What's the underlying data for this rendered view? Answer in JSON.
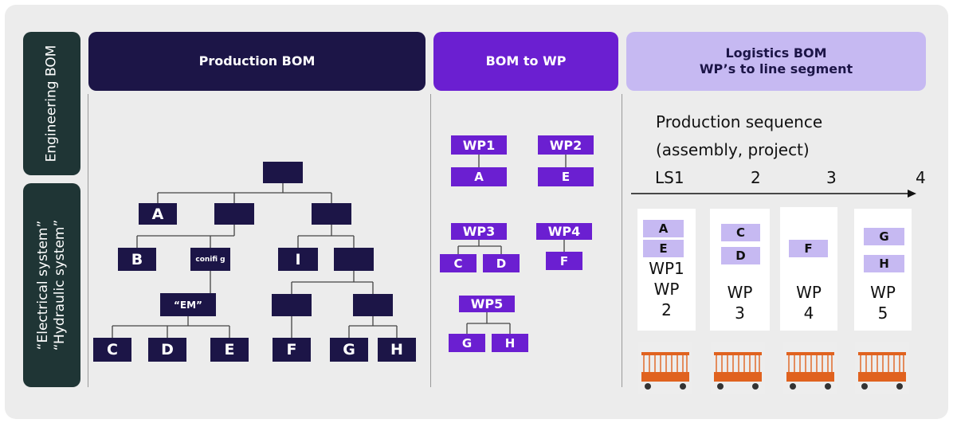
{
  "side": {
    "top": "Engineering BOM",
    "bottom": "“Electrical system” “Hydraulic system”"
  },
  "headers": {
    "production": "Production BOM",
    "bom_to_wp": "BOM to WP",
    "logistics_line1": "Logistics BOM",
    "logistics_line2": "WP’s to line segment"
  },
  "tree": {
    "root": "",
    "a": "A",
    "n2": "",
    "n3": "",
    "b": "B",
    "config": "conifi g",
    "i": "I",
    "n4": "",
    "em": "“EM”",
    "n5": "",
    "n6": "",
    "c": "C",
    "d": "D",
    "e": "E",
    "f": "F",
    "g": "G",
    "h": "H"
  },
  "wp": {
    "wp1": "WP1",
    "wp1_a": "A",
    "wp2": "WP2",
    "wp2_e": "E",
    "wp3": "WP3",
    "wp3_c": "C",
    "wp3_d": "D",
    "wp4": "WP4",
    "wp4_f": "F",
    "wp5": "WP5",
    "wp5_g": "G",
    "wp5_h": "H"
  },
  "sequence": {
    "title_line1": "Production sequence",
    "title_line2": "(assembly, project)",
    "ticks": [
      "LS1",
      "2",
      "3",
      "4"
    ]
  },
  "segments": [
    {
      "labels": [
        "A",
        "E"
      ],
      "wp_lines": [
        "WP1",
        "WP",
        "2"
      ]
    },
    {
      "labels": [
        "C",
        "D"
      ],
      "wp_lines": [
        "WP",
        "3"
      ]
    },
    {
      "labels": [
        "F"
      ],
      "wp_lines": [
        "WP",
        "4"
      ]
    },
    {
      "labels": [
        "G",
        "H"
      ],
      "wp_lines": [
        "WP",
        "5"
      ]
    }
  ],
  "colors": {
    "navy": "#1c1547",
    "purple": "#6b1fd1",
    "lavender": "#c6b9f2",
    "sidebar": "#1f3535",
    "cart": "#e0621f"
  },
  "icons": [
    "trolley-cart-icon"
  ]
}
